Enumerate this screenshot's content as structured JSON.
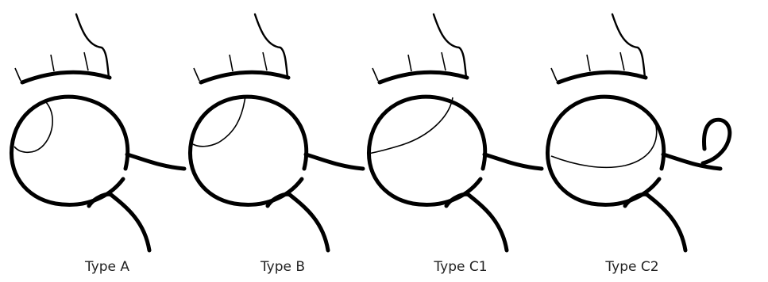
{
  "colors": {
    "stroke": "#000000",
    "text": "#222222",
    "background": "#ffffff"
  },
  "panels": [
    {
      "label": "Type A"
    },
    {
      "label": "Type B"
    },
    {
      "label": "Type C1"
    },
    {
      "label": "Type C2"
    }
  ]
}
